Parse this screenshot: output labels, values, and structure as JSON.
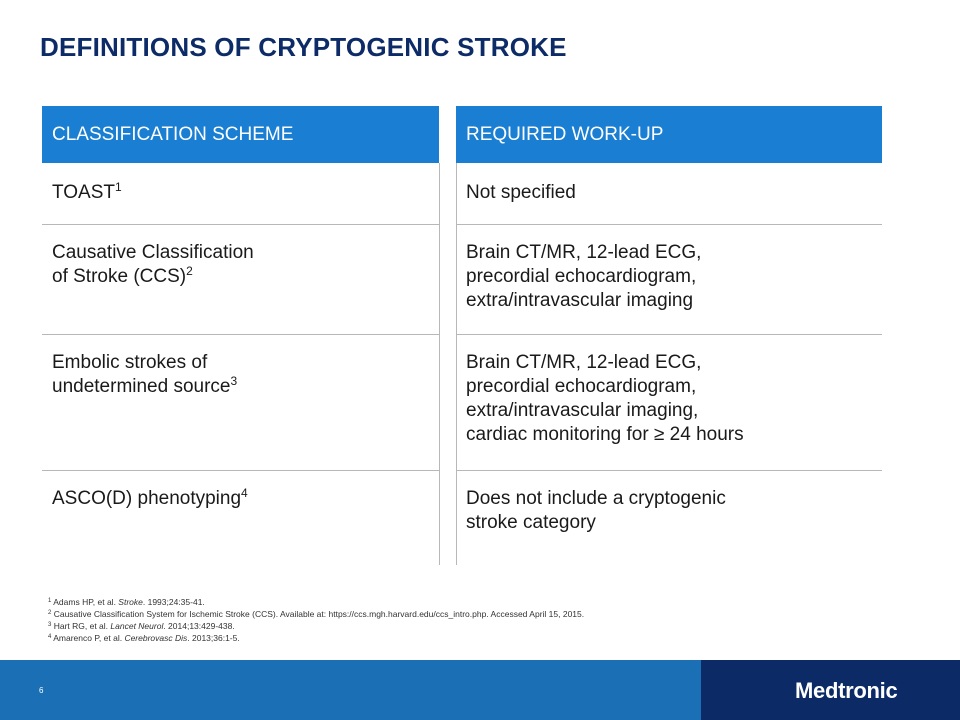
{
  "title": "DEFINITIONS OF CRYPTOGENIC STROKE",
  "table": {
    "headers": [
      "CLASSIFICATION SCHEME",
      "REQUIRED WORK-UP"
    ],
    "rows": [
      {
        "scheme_text": "TOAST",
        "scheme_sup": "1",
        "workup_lines": [
          "Not specified"
        ]
      },
      {
        "scheme_line1": "Causative Classification",
        "scheme_text": "of Stroke (CCS)",
        "scheme_sup": "2",
        "workup_lines": [
          "Brain CT/MR, 12-lead ECG,",
          "precordial echocardiogram,",
          "extra/intravascular imaging"
        ]
      },
      {
        "scheme_line1": "Embolic strokes of",
        "scheme_text": "undetermined source",
        "scheme_sup": "3",
        "workup_lines": [
          "Brain CT/MR, 12-lead ECG,",
          "precordial echocardiogram,",
          "extra/intravascular imaging,",
          "cardiac monitoring for ≥ 24 hours"
        ]
      },
      {
        "scheme_text": "ASCO(D) phenotyping",
        "scheme_sup": "4",
        "workup_lines": [
          "Does not include a cryptogenic",
          "stroke category"
        ]
      }
    ]
  },
  "references": [
    {
      "num": "1",
      "pre": "Adams HP, et al. ",
      "journal": "Stroke",
      "post": ". 1993;24:35-41."
    },
    {
      "num": "2",
      "pre": "Causative Classification System for Ischemic Stroke (CCS). Available at: https://ccs.mgh.harvard.edu/ccs_intro.php. Accessed April 15, 2015.",
      "journal": "",
      "post": ""
    },
    {
      "num": "3",
      "pre": "Hart RG, et al. ",
      "journal": "Lancet Neurol",
      "post": ". 2014;13:429-438."
    },
    {
      "num": "4",
      "pre": "Amarenco P, et al. ",
      "journal": "Cerebrovasc Dis",
      "post": ". 2013;36:1-5."
    }
  ],
  "footer": {
    "page_number": "6",
    "logo": "Medtronic"
  },
  "colors": {
    "title": "#0d2b66",
    "header_bg": "#1a7fd3",
    "footer_bg": "#1a6fb5",
    "footer_dark": "#0b2a66"
  }
}
